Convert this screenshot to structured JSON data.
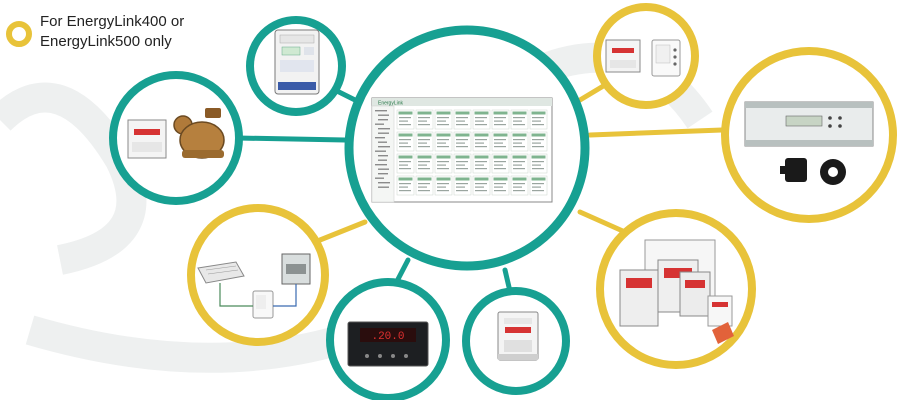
{
  "legend": {
    "line1": "For EnergyLink400 or",
    "line2": "EnergyLink500 only",
    "ring_color": "#e8c33a"
  },
  "colors": {
    "teal": "#17a092",
    "yellow": "#e8c33a",
    "connector_teal": "#17a092",
    "connector_yellow": "#e8c33a"
  },
  "center": {
    "screen_header": "EnergyLink"
  },
  "nodes": [
    {
      "id": "energy-meter-top",
      "ring": "teal",
      "device": "single-phase-meter"
    },
    {
      "id": "water-meter",
      "ring": "teal",
      "device": "water-meter-pulse-counter"
    },
    {
      "id": "room-sensor",
      "ring": "yellow",
      "device": "din-module-thermostat"
    },
    {
      "id": "controller-ct",
      "ring": "yellow",
      "device": "din-controller-ct-clamps"
    },
    {
      "id": "hvac",
      "ring": "yellow",
      "device": "fan-coil-thermostat"
    },
    {
      "id": "panel-meter",
      "ring": "teal",
      "device": "panel-meter"
    },
    {
      "id": "din-meter",
      "ring": "teal",
      "device": "din-rail-meter"
    },
    {
      "id": "multi-meters",
      "ring": "yellow",
      "device": "multiple-meters-enclosure"
    }
  ]
}
